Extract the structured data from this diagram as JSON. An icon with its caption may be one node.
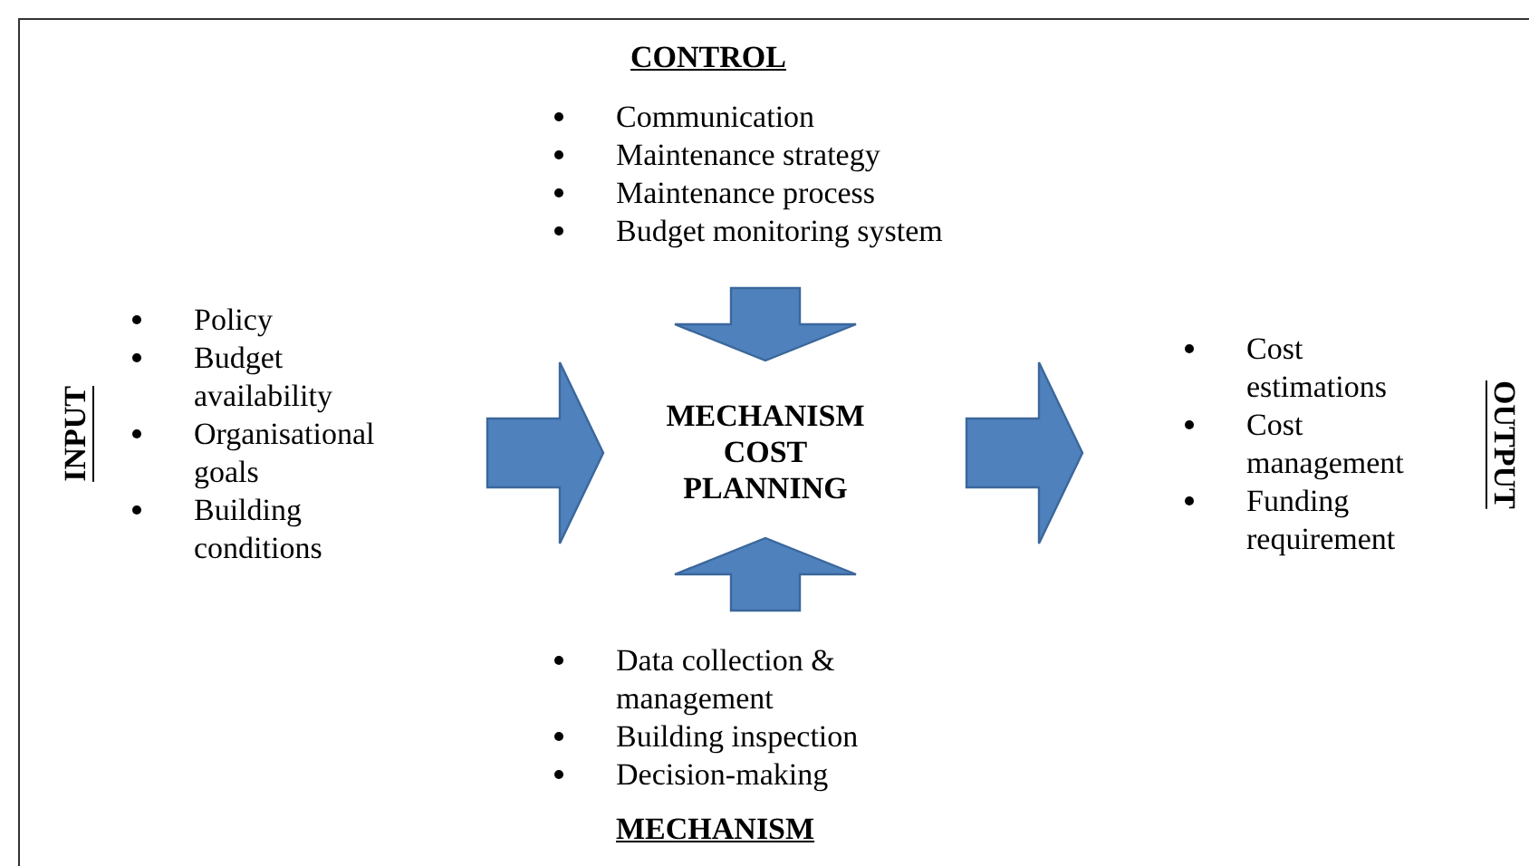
{
  "diagram": {
    "nodes": [
      {
        "text": [
          "CONTROL",
          "Communication",
          "Maintenance strategy",
          "Maintenance process",
          "Budget monitoring system"
        ]
      },
      {
        "text": [
          "INPUT",
          "Policy",
          "Budget availability",
          "Organisational goals",
          "Building conditions"
        ]
      },
      {
        "text": [
          "MECHANISM COST PLANNING"
        ]
      },
      {
        "text": [
          "OUTPUT",
          "Cost estimations",
          "Cost management",
          "Funding requirement"
        ]
      },
      {
        "text": [
          "MECHANISM",
          "Data collection & management",
          "Building inspection",
          "Decision-making"
        ]
      }
    ],
    "edges": [
      {
        "from": 0,
        "to": 2,
        "arrow": "to",
        "style": "thick"
      },
      {
        "from": 1,
        "to": 2,
        "arrow": "to",
        "style": "thick"
      },
      {
        "from": 2,
        "to": 3,
        "arrow": "to",
        "style": "thick"
      },
      {
        "from": 4,
        "to": 2,
        "arrow": "to",
        "style": "thick"
      }
    ]
  }
}
